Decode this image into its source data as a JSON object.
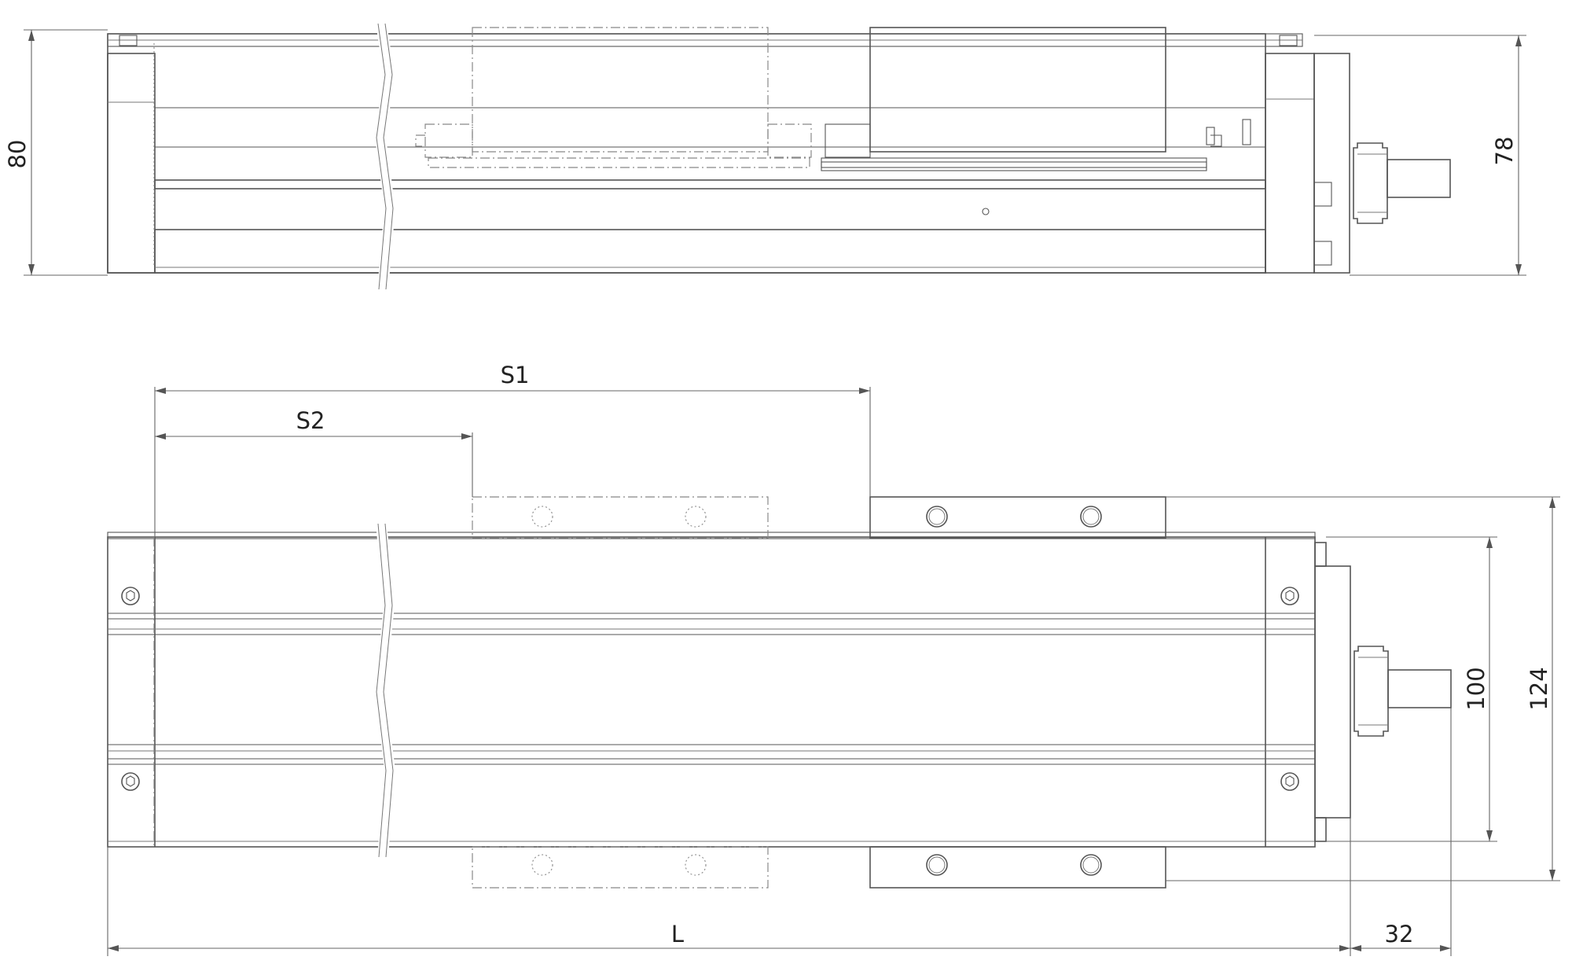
{
  "title": "",
  "dimensions": {
    "height_side": "80",
    "height_end": "78",
    "stroke_1": "S1",
    "stroke_2": "S2",
    "width_rail": "100",
    "width_carriage": "124",
    "length": "L",
    "shaft_extension": "32"
  },
  "colors": {
    "line": "#555555",
    "dash": "#888888",
    "text": "#222222",
    "background": "#ffffff"
  }
}
